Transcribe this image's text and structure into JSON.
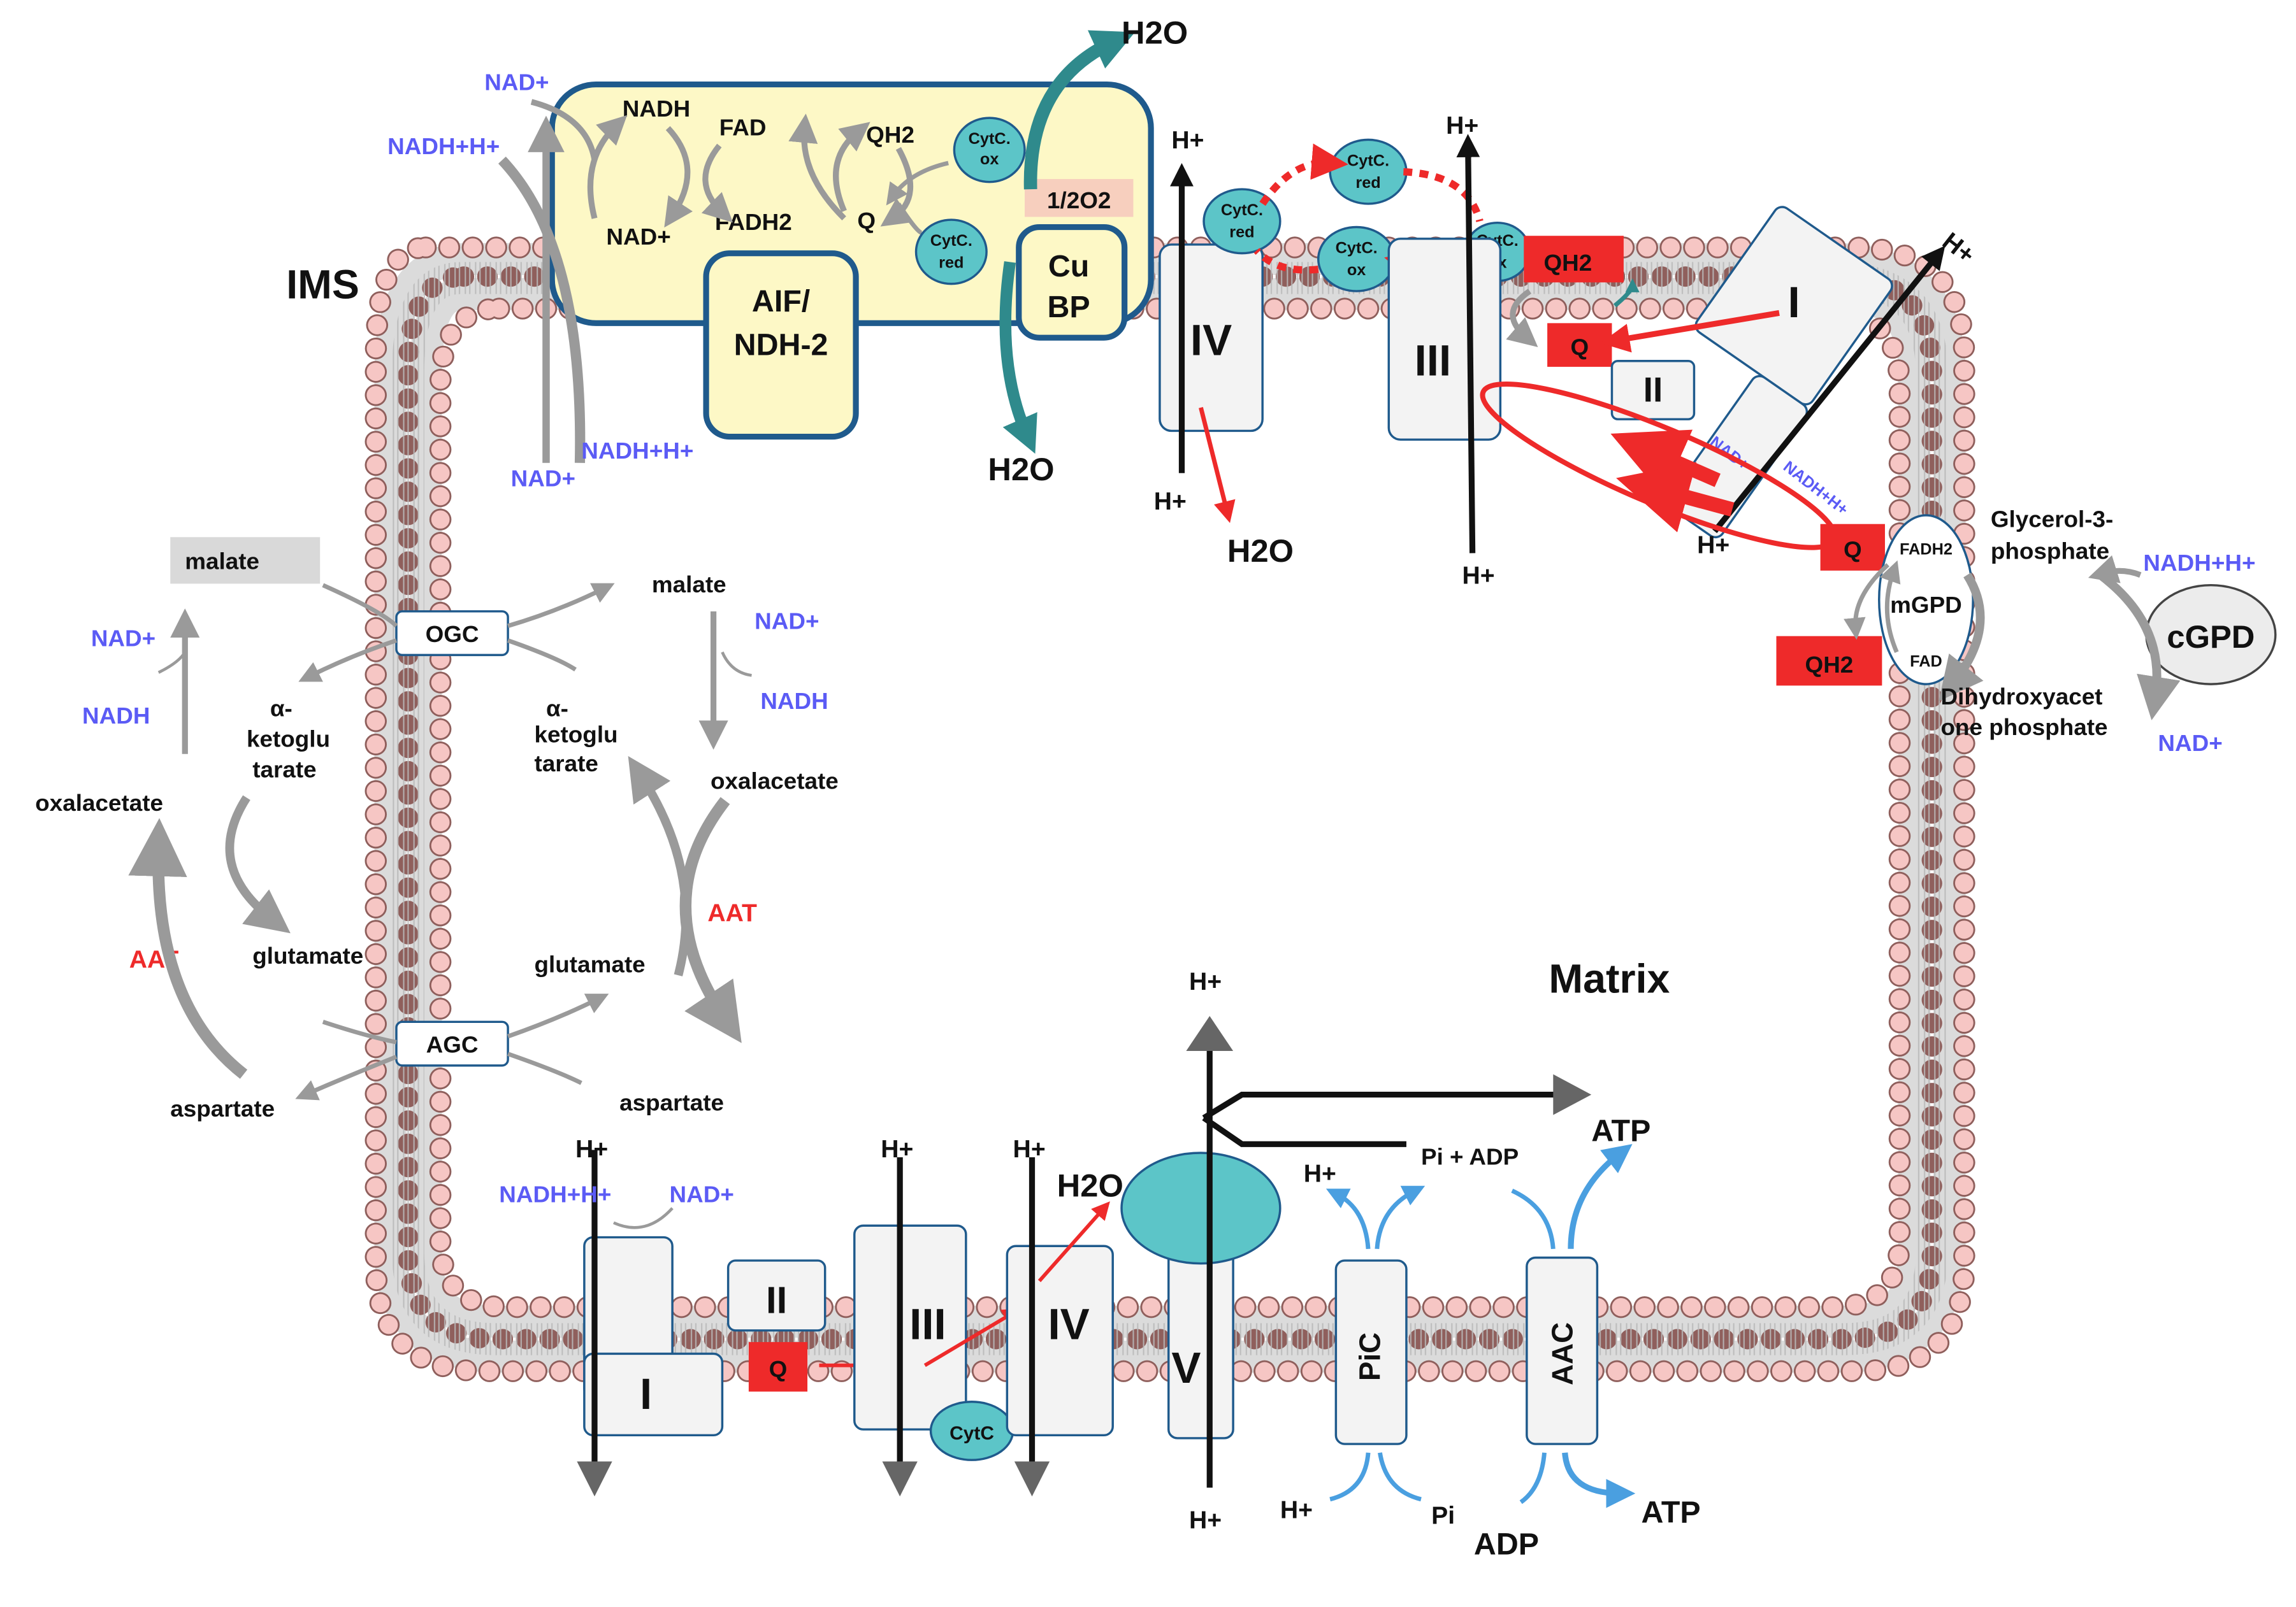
{
  "colors": {
    "lipid_head": "#f6c6c4",
    "lipid_stroke": "#8f5f5c",
    "yellow_box": "#fdf8c6",
    "complex_stroke": "#1f5a8c",
    "teal": "#2f8a8c",
    "cyt_fill": "#5cc5c8",
    "red": "#ee2a2a",
    "blue_text": "#5b5bf5",
    "gray_arrow": "#9a9a9a",
    "atp_arrow": "#4a9fe0"
  },
  "regions": {
    "ims": "IMS",
    "matrix": "Matrix"
  },
  "yellow_complex": {
    "aif_line1": "AIF/",
    "aif_line2": "NDH-2",
    "cubp_line1": "Cu",
    "cubp_line2": "BP",
    "nadh": "NADH",
    "fad": "FAD",
    "qh2": "QH2",
    "nad_plus": "NAD+",
    "fadh2": "FADH2",
    "q": "Q",
    "cytc_ox_1": "CytC.",
    "cytc_ox_2": "ox",
    "cytc_red_1": "CytC.",
    "cytc_red_2": "red",
    "half_o2": "1/2O2",
    "h2o_top": "H2O",
    "h2o_bottom": "H2O",
    "nad_plus_left_top": "NAD+",
    "nadh_h_left": "NADH+H+",
    "nadh_h_bottom": "NADH+H+",
    "nad_plus_bottom": "NAD+"
  },
  "top_chain": {
    "complex_iv": "IV",
    "complex_iii": "III",
    "complex_ii": "II",
    "complex_i": "I",
    "h_plus": "H+",
    "h2o": "H2O",
    "cytc_red_1": "CytC.",
    "cytc_red_2": "red",
    "cytc_ox_1": "CytC.",
    "cytc_ox_2": "ox",
    "qh2": "QH2",
    "q": "Q",
    "nad_small": "NAD+",
    "nadh_small": "NADH+H+"
  },
  "gpd_shuttle": {
    "q": "Q",
    "qh2": "QH2",
    "fadh2": "FADH2",
    "fad": "FAD",
    "mgpd": "mGPD",
    "cgpd": "cGPD",
    "g3p_1": "Glycerol-3-",
    "g3p_2": "phosphate",
    "dhap_1": "Dihydroxyacet",
    "dhap_2": "one phosphate",
    "nadh_h": "NADH+H+",
    "nad_plus": "NAD+"
  },
  "malate_aspartate_shuttle": {
    "malate_cytosol": "malate",
    "ogc": "OGC",
    "agc": "AGC",
    "nad_plus_l": "NAD+",
    "nadh_l": "NADH",
    "alpha_kg_l_1": "α-",
    "alpha_kg_l_2": "ketoglu",
    "alpha_kg_l_3": "tarate",
    "oxalacetate_l": "oxalacetate",
    "aat_l": "AAT",
    "glutamate_l": "glutamate",
    "aspartate_l": "aspartate",
    "malate_matrix": "malate",
    "nad_plus_r": "NAD+",
    "nadh_r": "NADH",
    "alpha_kg_r_1": "α-",
    "alpha_kg_r_2": "ketoglu",
    "alpha_kg_r_3": "tarate",
    "oxalacetate_r": "oxalacetate",
    "aat_r": "AAT",
    "glutamate_r": "glutamate",
    "aspartate_r": "aspartate"
  },
  "bottom_chain": {
    "complex_i": "I",
    "complex_ii": "II",
    "complex_iii": "III",
    "complex_iv": "IV",
    "complex_v": "V",
    "pic": "PiC",
    "aac": "AAC",
    "q": "Q",
    "cytc": "CytC",
    "h_plus": "H+",
    "nadh_h": "NADH+H+",
    "nad_plus": "NAD+",
    "h2o": "H2O",
    "pi_adp": "Pi + ADP",
    "atp_top": "ATP",
    "atp_bottom": "ATP",
    "pi": "Pi",
    "adp": "ADP"
  }
}
